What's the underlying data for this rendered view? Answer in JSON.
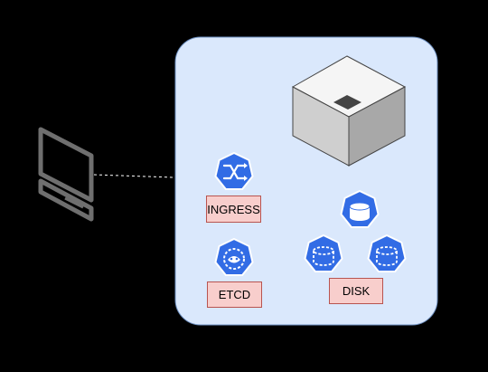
{
  "labels": {
    "ingress": "INGRESS",
    "etcd": "ETCD",
    "disk": "DISK"
  },
  "colors": {
    "background": "#000000",
    "container_fill": "#dae8fc",
    "container_stroke": "#6c8ebf",
    "k8s_blue": "#326ce5",
    "label_fill": "#f8cecc",
    "label_stroke": "#b85450",
    "computer_gray": "#6f6f6f"
  },
  "icons": [
    "computer-icon",
    "server-box-icon",
    "ingress-icon",
    "etcd-icon",
    "volume-icon"
  ]
}
